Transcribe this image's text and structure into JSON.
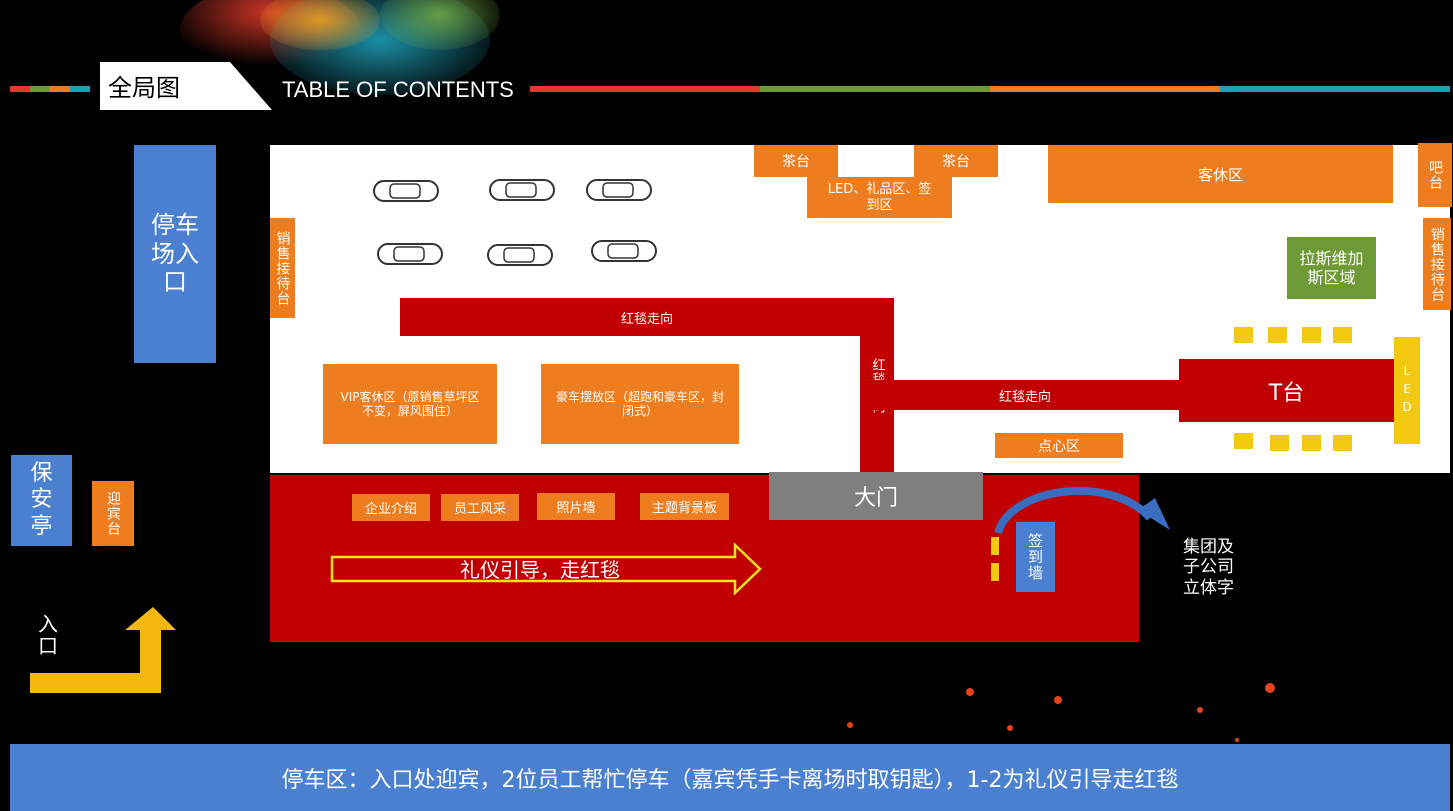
{
  "header": {
    "title": "全局图",
    "subtitle": "TABLE OF CONTENTS"
  },
  "labels": {
    "parking_entrance": "停车场入口",
    "security_booth": "保安亭",
    "welcome_desk": "迎宾台",
    "entrance": "入口",
    "sales_reception_left": "销售接待台",
    "sales_reception_right": "销售接待台",
    "tea_1": "茶台",
    "tea_2": "茶台",
    "led_gift_signin": "LED、礼品区、签到区",
    "lounge": "客休区",
    "bar": "吧台",
    "las_vegas": "拉斯维加斯区域",
    "red_carpet_top": "红毯走向",
    "red_carpet_vertical": "红毯走向",
    "red_carpet_mid": "红毯走向",
    "vip_lounge": "VIP客休区（原销售草坪区不变，屏风围住）",
    "luxury_display": "豪车摆放区（超跑和豪车区，封闭式）",
    "t_stage": "T台",
    "led": "LED",
    "snack": "点心区",
    "main_gate": "大门",
    "company_intro": "企业介绍",
    "staff": "员工风采",
    "photo_wall": "照片墙",
    "theme_board": "主题背景板",
    "ceremony_guide": "礼仪引导，走红毯",
    "signin_wall": "签到墙",
    "group_logo": "集团及子公司立体字"
  },
  "footer": {
    "text": "停车区：入口处迎宾，2位员工帮忙停车（嘉宾凭手卡离场时取钥匙），1-2为礼仪引导走红毯"
  },
  "colors": {
    "orange": "#ed7d1f",
    "blue": "#4a80cf",
    "red": "#c00000",
    "green": "#6e9a36",
    "yellow": "#f2c811",
    "gray": "#7f7f7f"
  }
}
